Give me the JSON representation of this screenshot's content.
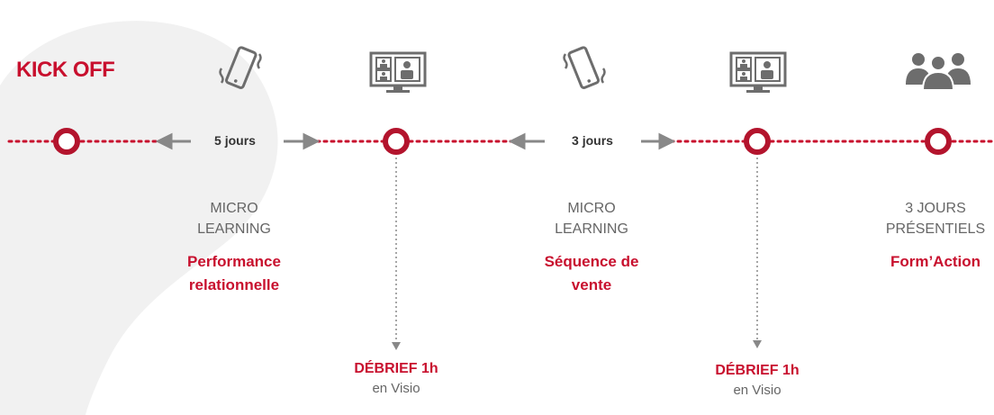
{
  "kickoff": {
    "label": "KICK OFF"
  },
  "intervals": [
    {
      "label": "5 jours"
    },
    {
      "label": "3 jours"
    }
  ],
  "stages": [
    {
      "type": "MICRO",
      "type2": "LEARNING",
      "title_line1": "Performance",
      "title_line2": "relationnelle",
      "icon": "smartphone-icon"
    },
    {
      "type": "MICRO",
      "type2": "LEARNING",
      "title_line1": "Séquence de",
      "title_line2": "vente",
      "icon": "smartphone-icon"
    },
    {
      "type": "3 JOURS",
      "type2": "PRÉSENTIELS",
      "title_line1": "Form’Action",
      "title_line2": "",
      "icon": "group-people-icon"
    }
  ],
  "debriefs": [
    {
      "title": "DÉBRIEF 1h",
      "subtitle": "en Visio",
      "icon": "video-conference-icon"
    },
    {
      "title": "DÉBRIEF 1h",
      "subtitle": "en Visio",
      "icon": "video-conference-icon"
    }
  ],
  "colors": {
    "accent": "#c8102e",
    "node": "#b3142d",
    "arrow": "#888888",
    "icon": "#6d6d6d",
    "text_grey": "#666666"
  }
}
